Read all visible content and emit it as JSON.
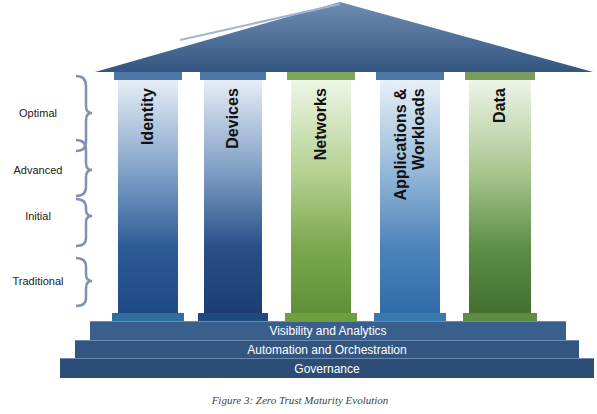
{
  "diagram": {
    "caption": "Figure 3: Zero Trust Maturity Evolution",
    "nodes": [
      {
        "text": [
          "Identity"
        ]
      },
      {
        "text": [
          "Devices"
        ]
      },
      {
        "text": [
          "Networks"
        ]
      },
      {
        "text": [
          "Applications & Workloads"
        ]
      },
      {
        "text": [
          "Data"
        ]
      },
      {
        "text": [
          "Visibility and Analytics"
        ]
      },
      {
        "text": [
          "Automation and Orchestration"
        ]
      },
      {
        "text": [
          "Governance"
        ]
      }
    ],
    "labels": [
      "Optimal",
      "Advanced",
      "Initial",
      "Traditional"
    ]
  }
}
